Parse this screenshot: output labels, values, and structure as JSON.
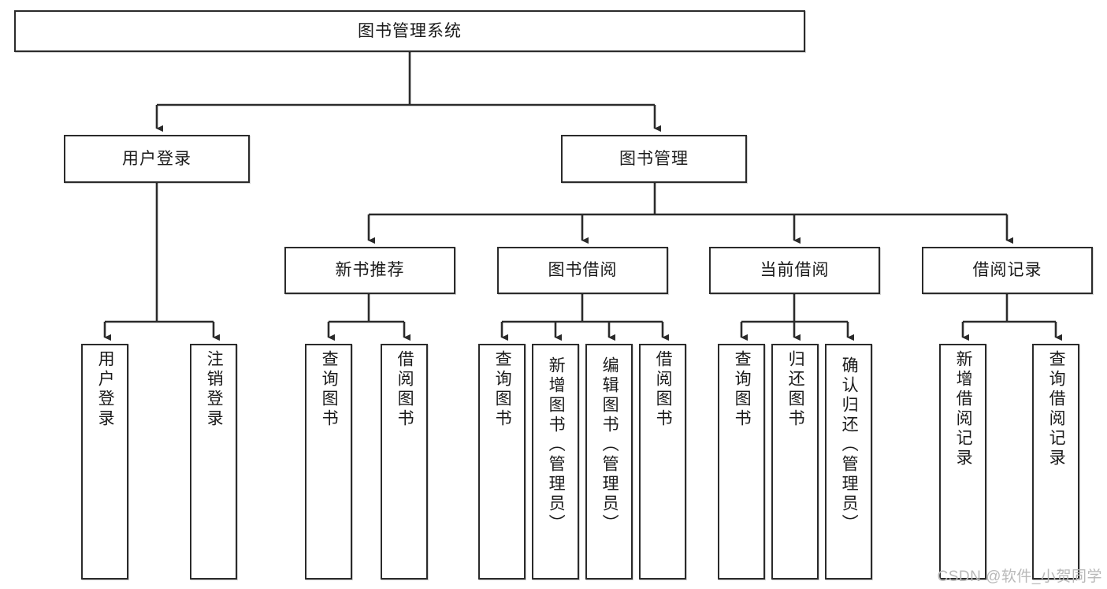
{
  "diagram": {
    "title": "图书管理系统",
    "type": "tree-hierarchy",
    "watermark": "CSDN @软件_小贺同学",
    "colors": {
      "box_border": "#2b2b2b",
      "box_fill": "#ffffff",
      "connector": "#2b2b2b",
      "text": "#1a1a1a",
      "watermark": "#b9b9b9"
    }
  },
  "nodes": {
    "root": {
      "label": "图书管理系统"
    },
    "level2": [
      {
        "label": "用户登录"
      },
      {
        "label": "图书管理"
      }
    ],
    "level3": [
      {
        "label": "新书推荐"
      },
      {
        "label": "图书借阅"
      },
      {
        "label": "当前借阅"
      },
      {
        "label": "借阅记录"
      }
    ],
    "leaves": {
      "user_login": [
        {
          "label": "用户登录"
        },
        {
          "label": "注销登录"
        }
      ],
      "new_book_recommend": [
        {
          "label": "查询图书"
        },
        {
          "label": "借阅图书"
        }
      ],
      "book_borrow": [
        {
          "label": "查询图书"
        },
        {
          "label": "新增图书（管理员）"
        },
        {
          "label": "编辑图书（管理员）"
        },
        {
          "label": "借阅图书"
        }
      ],
      "current_borrow": [
        {
          "label": "查询图书"
        },
        {
          "label": "归还图书"
        },
        {
          "label": "确认归还（管理员）"
        }
      ],
      "borrow_record": [
        {
          "label": "新增借阅记录"
        },
        {
          "label": "查询借阅记录"
        }
      ]
    }
  }
}
